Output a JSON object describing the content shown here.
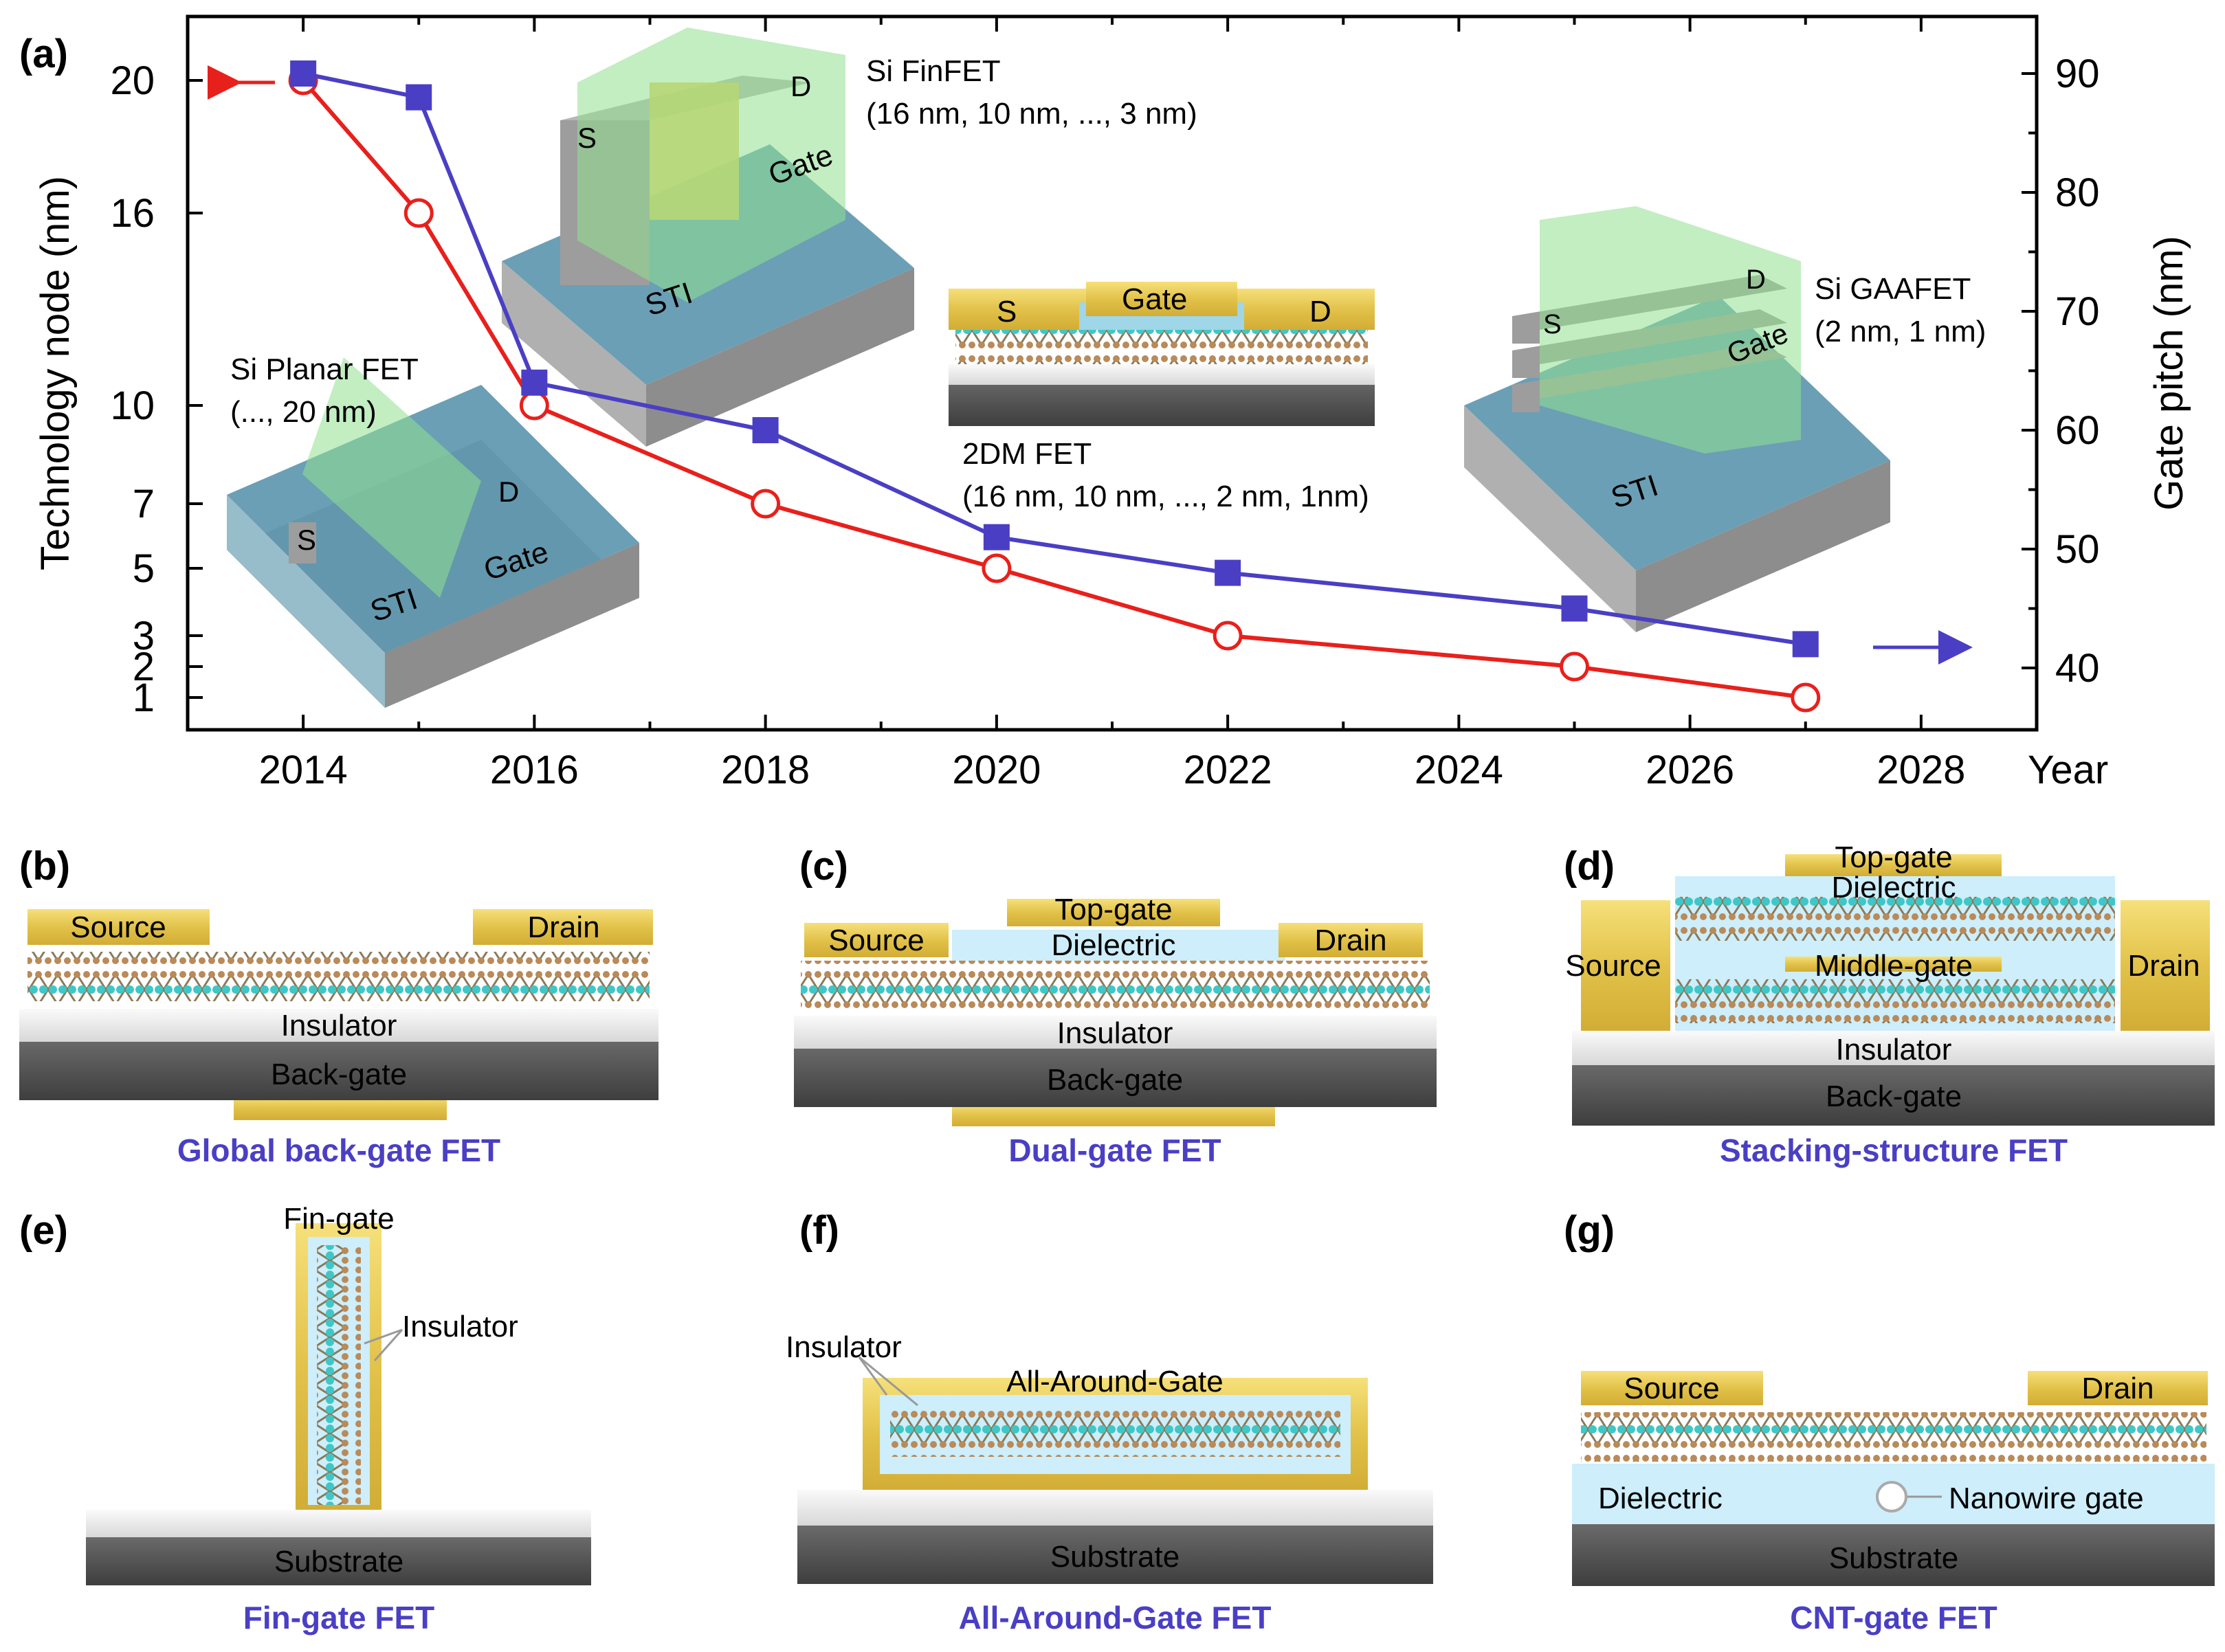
{
  "panel_a": {
    "label": "(a)",
    "x_axis": {
      "label": "Year",
      "ticks": [
        "2014",
        "2016",
        "2018",
        "2020",
        "2022",
        "2024",
        "2026",
        "2028"
      ]
    },
    "y_left": {
      "label": "Technology node (nm)",
      "ticks": [
        "20",
        "16",
        "10",
        "7",
        "5",
        "3",
        "2",
        "1"
      ]
    },
    "y_right": {
      "label": "Gate pitch (nm)",
      "ticks": [
        "90",
        "80",
        "70",
        "60",
        "50",
        "40"
      ]
    },
    "insets": {
      "planar": {
        "title": "Si Planar FET",
        "sub": "(..., 20 nm)",
        "s": "S",
        "d": "D",
        "gate": "Gate",
        "sti": "STI"
      },
      "finfet": {
        "title": "Si FinFET",
        "sub": "(16 nm, 10 nm, ..., 3 nm)",
        "s": "S",
        "d": "D",
        "gate": "Gate",
        "sti": "STI"
      },
      "twodm": {
        "title": "2DM FET",
        "sub": "(16 nm, 10 nm, ..., 2 nm, 1nm)",
        "s": "S",
        "d": "D",
        "gate": "Gate"
      },
      "gaafet": {
        "title": "Si GAAFET",
        "sub": "(2 nm, 1 nm)",
        "s": "S",
        "d": "D",
        "gate": "Gate",
        "sti": "STI"
      }
    }
  },
  "chart_data": {
    "type": "line",
    "xlabel": "Year",
    "ylabel": "Technology node (nm)",
    "y2label": "Gate pitch (nm)",
    "xlim": [
      2013,
      2029
    ],
    "series": [
      {
        "axis": "left",
        "color": "#e8201c",
        "marker": "open-circle",
        "x": [
          2014,
          2015,
          2016,
          2018,
          2020,
          2022,
          2025,
          2027
        ],
        "values": [
          20,
          16,
          10,
          7,
          5,
          3,
          2,
          1
        ]
      },
      {
        "axis": "right",
        "color": "#4a3fc4",
        "marker": "filled-square",
        "x": [
          2014,
          2015,
          2016,
          2018,
          2020,
          2022,
          2025,
          2027
        ],
        "values": [
          90,
          88,
          64,
          60,
          51,
          48,
          45,
          42
        ]
      }
    ]
  },
  "panels": {
    "b": {
      "label": "(b)",
      "caption": "Global back-gate FET",
      "source": "Source",
      "drain": "Drain",
      "insulator": "Insulator",
      "backgate": "Back-gate"
    },
    "c": {
      "label": "(c)",
      "caption": "Dual-gate FET",
      "source": "Source",
      "drain": "Drain",
      "topgate": "Top-gate",
      "dielectric": "Dielectric",
      "insulator": "Insulator",
      "backgate": "Back-gate"
    },
    "d": {
      "label": "(d)",
      "caption": "Stacking-structure FET",
      "source": "Source",
      "drain": "Drain",
      "topgate": "Top-gate",
      "dielectric": "Dielectric",
      "middlegate": "Middle-gate",
      "insulator": "Insulator",
      "backgate": "Back-gate"
    },
    "e": {
      "label": "(e)",
      "caption": "Fin-gate FET",
      "fingate": "Fin-gate",
      "insulator": "Insulator",
      "substrate": "Substrate"
    },
    "f": {
      "label": "(f)",
      "caption": "All-Around-Gate FET",
      "insulator": "Insulator",
      "gate": "All-Around-Gate",
      "substrate": "Substrate"
    },
    "g": {
      "label": "(g)",
      "caption": "CNT-gate FET",
      "source": "Source",
      "drain": "Drain",
      "dielectric": "Dielectric",
      "nanowire": "Nanowire gate",
      "substrate": "Substrate"
    }
  },
  "colors": {
    "red": "#e8201c",
    "blue": "#4a3fc4",
    "gold": "#e9cc57",
    "mos2": "#3fc7c7",
    "insulator": "#f0f0f0",
    "gate_dark": "#555555",
    "dielectric": "#cdeefa"
  }
}
